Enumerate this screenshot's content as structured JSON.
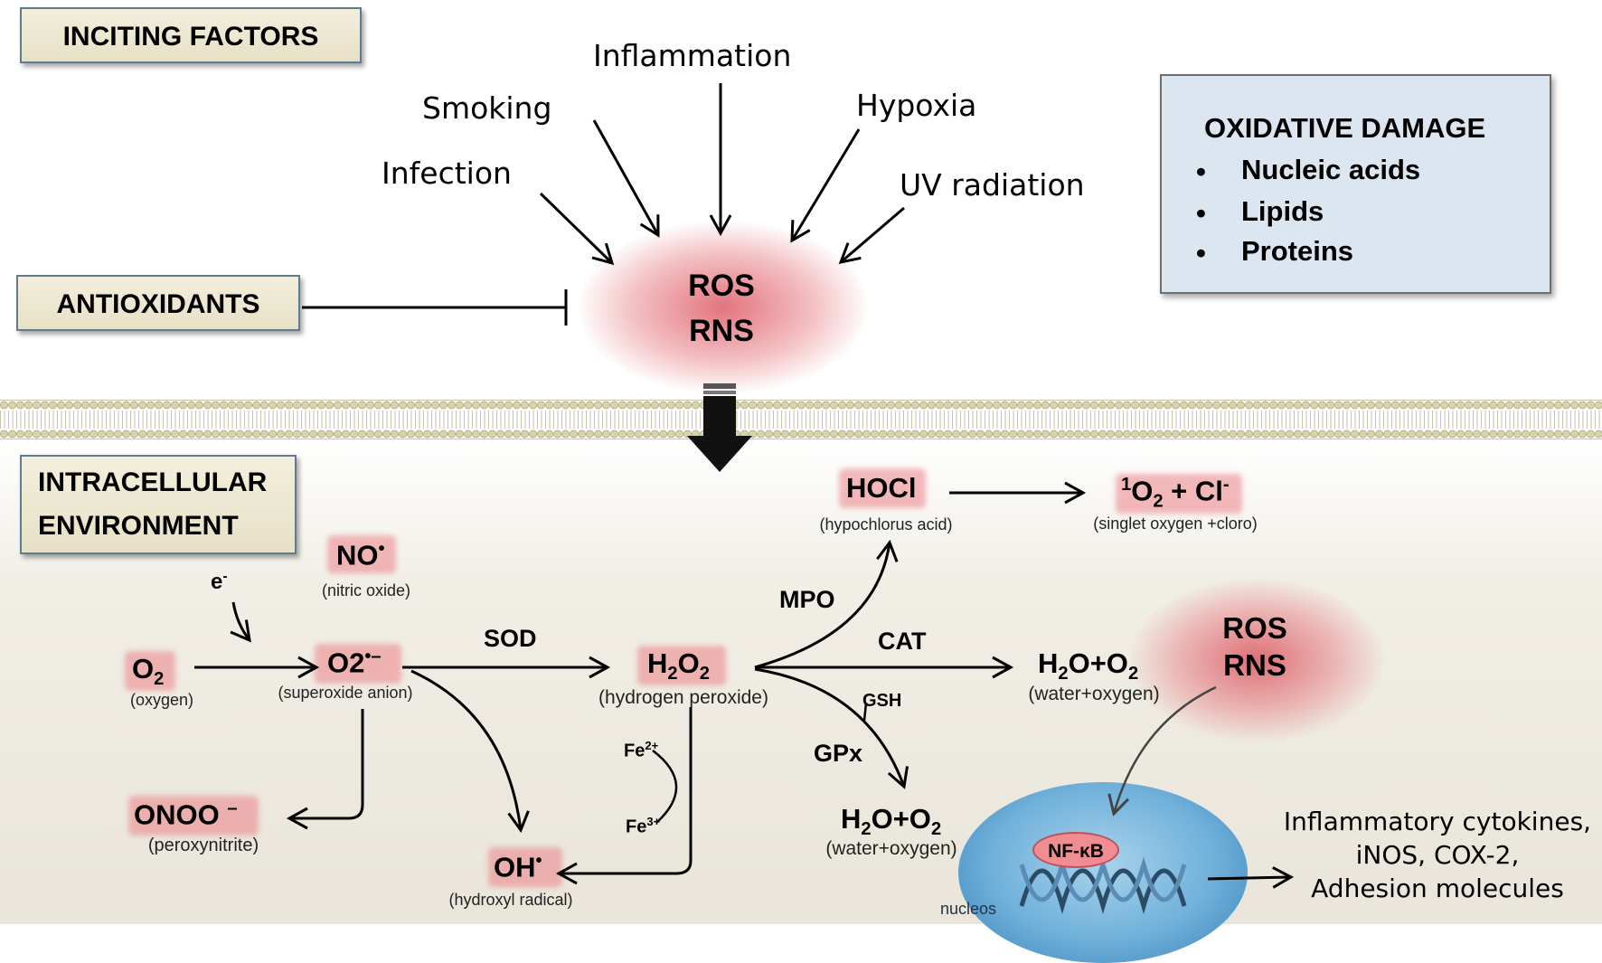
{
  "panels": {
    "inciting_factors": "INCITING FACTORS",
    "antioxidants": "ANTIOXIDANTS",
    "intracellular_line1": "INTRACELLULAR",
    "intracellular_line2": "ENVIRONMENT"
  },
  "inciting": {
    "inflammation": "Inflammation",
    "smoking": "Smoking",
    "hypoxia": "Hypoxia",
    "infection": "Infection",
    "uv": "UV radiation"
  },
  "ros_top": {
    "line1": "ROS",
    "line2": "RNS"
  },
  "oxidative_damage": {
    "title": "OXIDATIVE DAMAGE",
    "items": [
      "Nucleic acids",
      "Lipids",
      "Proteins"
    ]
  },
  "species": {
    "no": {
      "main": "NO",
      "sup": "•",
      "caption": "(nitric oxide)"
    },
    "electron": {
      "main": "e",
      "sup": "-"
    },
    "o2": {
      "main": "O",
      "sub": "2",
      "caption": "(oxygen)"
    },
    "superoxide": {
      "main": "O2",
      "sup": "•–",
      "caption": "(superoxide anion)"
    },
    "h2o2": {
      "p1": "H",
      "s1": "2",
      "p2": "O",
      "s2": "2",
      "caption": "(hydrogen peroxide)"
    },
    "hocl": {
      "main": "HOCl",
      "caption": "(hypochlorus acid)"
    },
    "singlet": {
      "sup1": "1",
      "p1": "O",
      "s1": "2",
      "p2": " + Cl",
      "sup2": "-",
      "caption": "(singlet oxygen +cloro)"
    },
    "water_cat": {
      "p1": "H",
      "s1": "2",
      "p2": "O+O",
      "s2": "2",
      "caption": "(water+oxygen)"
    },
    "water_gpx": {
      "p1": "H",
      "s1": "2",
      "p2": "O+O",
      "s2": "2",
      "caption": "(water+oxygen)"
    },
    "onoo": {
      "main": "ONOO",
      "sup": "–",
      "caption": "(peroxynitrite)"
    },
    "oh": {
      "main": "OH",
      "sup": "•",
      "caption": "(hydroxyl radical)"
    }
  },
  "enzymes": {
    "sod": "SOD",
    "mpo": "MPO",
    "cat": "CAT",
    "gsh": "GSH",
    "gpx": "GPx",
    "fe2": {
      "main": "Fe",
      "sup": "2+"
    },
    "fe3": {
      "main": "Fe",
      "sup": "3+"
    }
  },
  "ros_bottom": {
    "line1": "ROS",
    "line2": "RNS"
  },
  "nucleus": {
    "nfkb": "NF-κB",
    "label": "nucleos"
  },
  "outputs": {
    "line1": "Inflammatory cytokines,",
    "line2": "iNOS, COX-2,",
    "line3": "Adhesion molecules"
  },
  "colors": {
    "panel_border": "#5f7c8f",
    "panel_fill": "#eae4cc",
    "oxidative_box_fill": "#dce6f0",
    "highlight": "#e8848a",
    "nucleus": "#6fb0da"
  }
}
